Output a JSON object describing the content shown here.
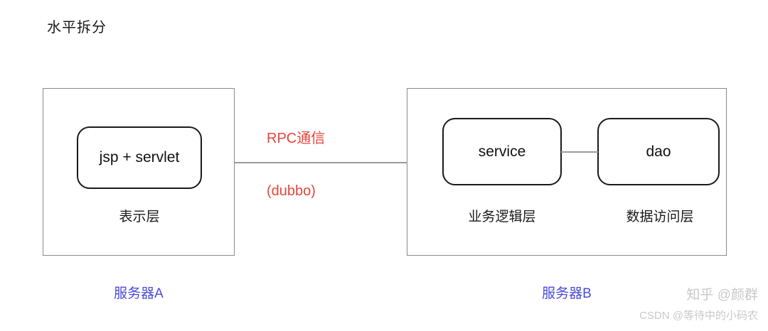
{
  "diagram": {
    "title": "水平拆分",
    "server_a": {
      "label": "服务器A",
      "node_label": "jsp + servlet",
      "layer_label": "表示层"
    },
    "server_b": {
      "label": "服务器B",
      "service_node_label": "service",
      "service_layer_label": "业务逻辑层",
      "dao_node_label": "dao",
      "dao_layer_label": "数据访问层"
    },
    "link": {
      "primary_label": "RPC通信",
      "secondary_label": "(dubbo)"
    },
    "colors": {
      "link_text": "#e8443a",
      "server_label": "#4a4ad6",
      "box_border": "#8a8a8a",
      "node_border": "#1a1a1a",
      "connector": "#9a9a9a"
    }
  },
  "watermark": {
    "top": "知乎 @颜群",
    "bottom": "CSDN @等待中的小码农"
  }
}
